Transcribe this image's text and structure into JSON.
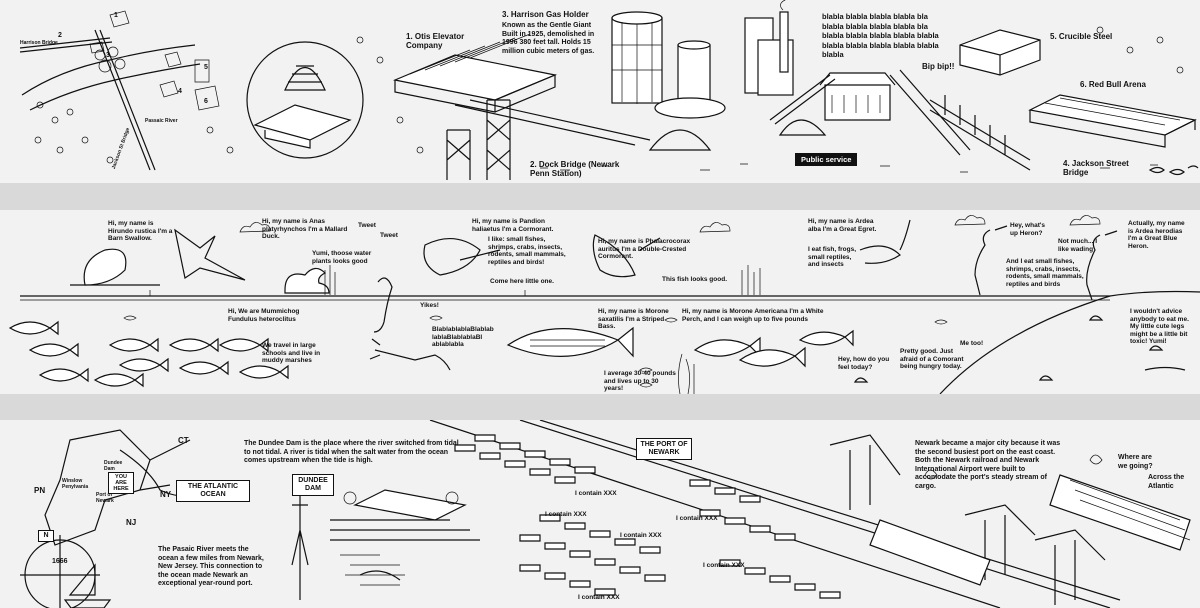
{
  "band1": {
    "map_labels": {
      "harrison_bridge": "Harrison Bridge",
      "jackson_st_bridge": "Jackson St Bridge",
      "passaic_river": "Passaic River",
      "n1": "1",
      "n2": "2",
      "n3": "3",
      "n4": "4",
      "n5": "5",
      "n6": "6"
    },
    "labels": {
      "otis": "1. Otis Elevator Company",
      "gas_holder_title": "3. Harrison Gas Holder",
      "gas_holder_desc": "Known as the Gentle Giant Built in 1925, demolished in 1996 380 feet tall. Holds 15 million cubic meters of gas.",
      "blabla": "blabla blabla blabla blabla bla blabla blabla blabla blabla bla blabla blabla blabla blabla blabla blabla blabla blabla blabla blabla blabla",
      "bip": "Bip bip!!",
      "crucible": "5. Crucible Steel",
      "red_bull": "6. Red Bull Arena",
      "dock_bridge": "2. Dock Bridge (Newark Penn Station)",
      "public_service": "Public service",
      "jackson_bridge": "4. Jackson Street Bridge"
    }
  },
  "band2": {
    "swallow": "Hi, my name is Hirundo rustica I'm a Barn Swallow.",
    "tweet1": "Tweet",
    "tweet2": "Tweet",
    "duck": "Hi, my name is Anas platyrhynchos I'm a Mallard Duck.",
    "duck_talk": "Yumi, thoose water plants looks good",
    "osprey": "Hi, my name is Pandion haliaetus I'm a Cormorant.",
    "osprey_like": "I like: small fishes, shrimps, crabs, insects, rodents, small mammals, reptiles and birds!",
    "come_here": "Come here little one.",
    "cormorant": "Hi, my name is Phalacrocorax auritus I'm a Double-Crested Cormorant.",
    "fish_good": "This fish looks good.",
    "egret": "Hi, my name is Ardea alba I'm a Great Egret.",
    "egret_eat": "I eat fish, frogs, small reptiles, and insects",
    "hey_heron": "Hey, what's up Heron?",
    "not_much": "Not much... I like wading",
    "heron_eat": "And I eat small fishes, shrimps, crabs, insects, rodents, small mammals, reptiles and birds",
    "blue_heron": "Actually, my name is Ardea herodias I'm a Great Blue Heron.",
    "mummichog": "Hi, We are Mummichog Fundulus heteroclitus",
    "travel": "We travel in large schools and live in muddy marshes",
    "yikes": "Yikes!",
    "blabla": "BlablablablaBlablab lablaBlablablaBl ablablabla",
    "bass": "Hi, my name is Morone saxatilis I'm a Striped Bass.",
    "average": "I average 30-40 pounds and lives up to 30 years!",
    "perch": "Hi, my name is Morone Americana I'm a White Perch, and I can weigh up to five pounds",
    "how_feel": "Hey, how do you feel today?",
    "pretty_good": "Pretty good. Just afraid of a Comorant being hungry today.",
    "me_too": "Me too!",
    "advice": "I wouldn't advice anybody to eat me. My little cute legs might be a little bit toxic! Yumi!"
  },
  "band3": {
    "map": {
      "ct": "CT",
      "pn": "PN",
      "ny": "NY",
      "nj": "NJ",
      "dundee": "Dundee Dam",
      "winslow": "Winslow Penylvania",
      "port": "Port of Newark",
      "you_are_here": "YOU ARE HERE",
      "compass": "N",
      "year": "1666"
    },
    "atlantic": "THE ATLANTIC OCEAN",
    "passaic_text": "The Pasaic River meets the ocean a few miles from Newark, New Jersey. This connection to the ocean made Newark an exceptional year-round port.",
    "dundee_text": "The Dundee Dam is the place where the river switched from tidal to not tidal. A river is tidal when the salt water from the ocean comes upstream when the tide is high.",
    "dundee_sign": "DUNDEE DAM",
    "port_sign": "THE PORT OF NEWARK",
    "contain": [
      "I contain XXX",
      "I contain XXX",
      "I contain XXX",
      "I contain XXX",
      "I contain XXX",
      "I contain XXX"
    ],
    "newark_text": "Newark became a major city because it was the second busiest port on the east coast. Both the Newark railroad and Newark International Airport were built to accomodate the port's steady stream of cargo.",
    "where_going": "Where are we going?",
    "across": "Across the Atlantic"
  }
}
